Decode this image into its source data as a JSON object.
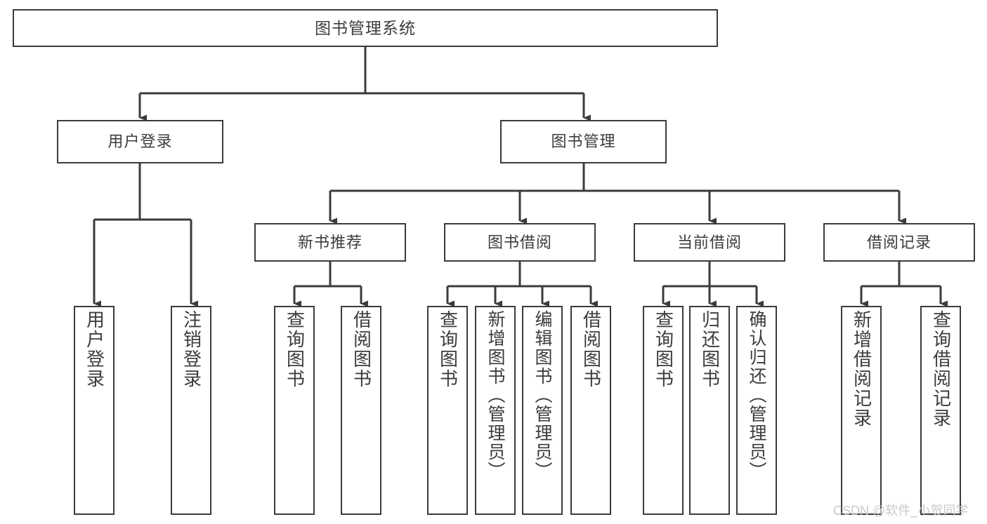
{
  "diagram": {
    "title": "图书管理系统",
    "type": "tree-hierarchy",
    "root": {
      "label": "图书管理系统"
    },
    "level2": [
      {
        "label": "用户登录"
      },
      {
        "label": "图书管理"
      }
    ],
    "level3": [
      {
        "label": "新书推荐"
      },
      {
        "label": "图书借阅"
      },
      {
        "label": "当前借阅"
      },
      {
        "label": "借阅记录"
      }
    ],
    "leaves": {
      "user_login": [
        {
          "label": "用户登录"
        },
        {
          "label": "注销登录"
        }
      ],
      "new_book_recommend": [
        {
          "label": "查询图书"
        },
        {
          "label": "借阅图书"
        }
      ],
      "book_borrow": [
        {
          "label": "查询图书"
        },
        {
          "label": "新增图书（管理员）"
        },
        {
          "label": "编辑图书（管理员）"
        },
        {
          "label": "借阅图书"
        }
      ],
      "current_borrow": [
        {
          "label": "查询图书"
        },
        {
          "label": "归还图书"
        },
        {
          "label": "确认归还（管理员）"
        }
      ],
      "borrow_records": [
        {
          "label": "新增借阅记录"
        },
        {
          "label": "查询借阅记录"
        }
      ]
    }
  },
  "watermark": {
    "text": "CSDN @软件_小贺同学"
  },
  "colors": {
    "stroke": "#3b3b3b",
    "text": "#3c3c3c",
    "background": "#ffffff",
    "watermark": "#c9c9c9"
  }
}
